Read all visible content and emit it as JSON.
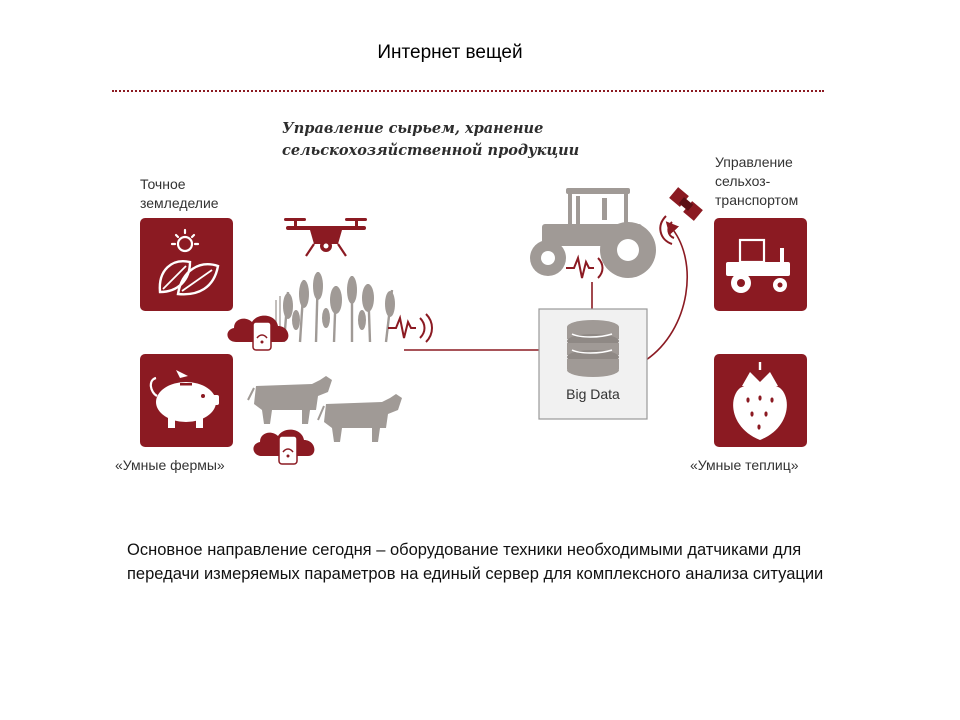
{
  "slide": {
    "title": "Интернет вещей",
    "caption": "Основное направление сегодня – оборудование техники необходимыми датчиками для передачи измеряемых параметров на единый сервер для комплексного анализа ситуации"
  },
  "diagram": {
    "heading_line1": "Управление сырьем, хранение",
    "heading_line2": "сельскохозяйственной продукции",
    "precision_farming": {
      "line1": "Точное",
      "line2": "земледелие"
    },
    "smart_farms": "«Умные фермы»",
    "transport": {
      "line1": "Управление",
      "line2": "сельхоз-",
      "line3": "транспортом"
    },
    "smart_greenhouses": "«Умные теплиц»",
    "big_data": "Big Data"
  },
  "colors": {
    "accent": "#8b1a22",
    "icon_gray": "#a09a96",
    "box_fill": "#f1f1f1"
  },
  "icons": [
    "sun-leaf-icon",
    "piggy-bank-icon",
    "tractor-icon",
    "strawberry-icon",
    "drone-icon",
    "wheat-icon",
    "cow-icon",
    "satellite-icon",
    "database-icon",
    "cloud-phone-icon"
  ]
}
